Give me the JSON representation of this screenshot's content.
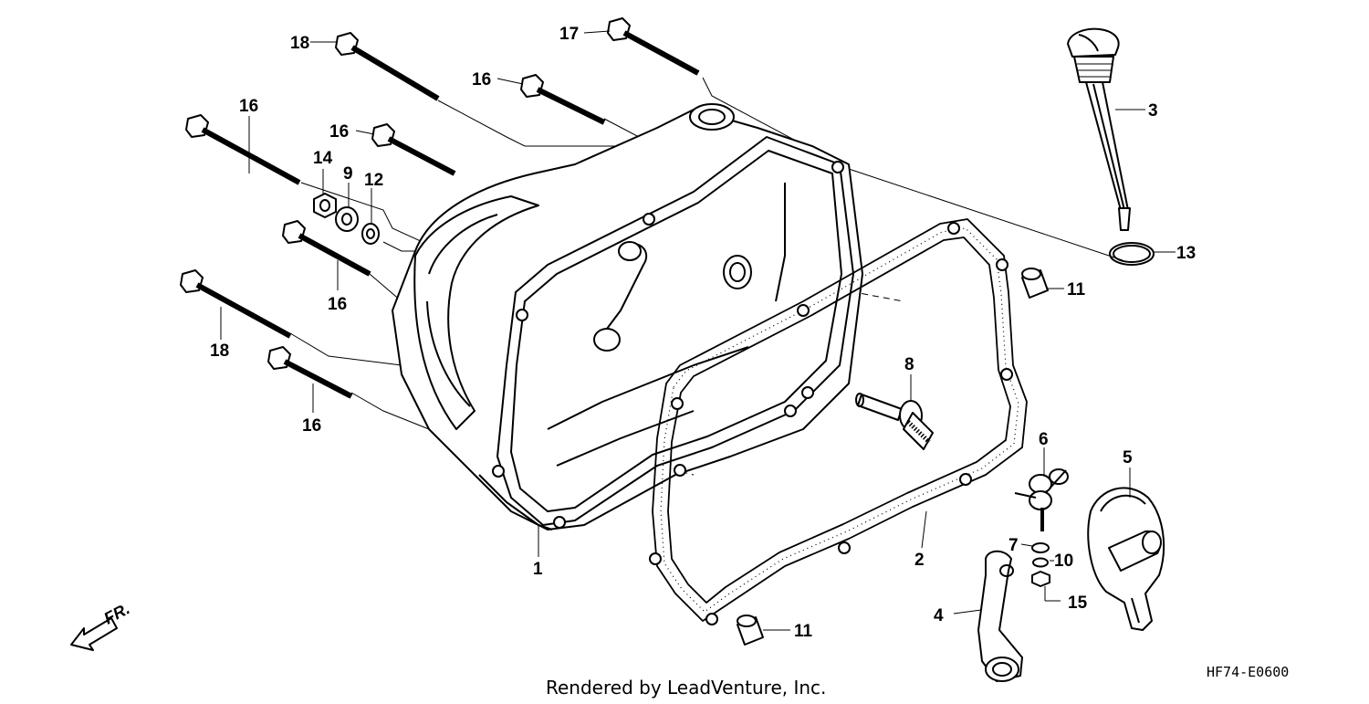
{
  "callouts": {
    "c1": "1",
    "c2": "2",
    "c3": "3",
    "c4": "4",
    "c5": "5",
    "c6": "6",
    "c7": "7",
    "c8": "8",
    "c9": "9",
    "c10": "10",
    "c11a": "11",
    "c11b": "11",
    "c12": "12",
    "c13": "13",
    "c14": "14",
    "c15": "15",
    "c16a": "16",
    "c16b": "16",
    "c16c": "16",
    "c16d": "16",
    "c16e": "16",
    "c17": "17",
    "c18a": "18",
    "c18b": "18"
  },
  "direction_label": "FR.",
  "diagram_code": "HF74-E0600",
  "credit": "Rendered by LeadVenture, Inc."
}
